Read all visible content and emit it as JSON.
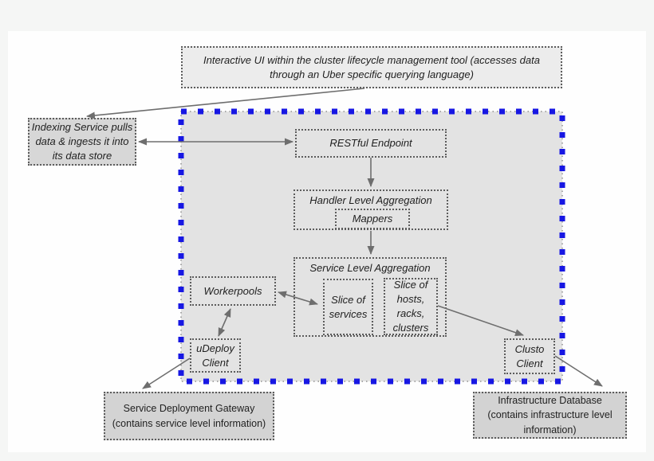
{
  "nodes": {
    "interactive_ui": {
      "label": "Interactive UI within the cluster lifecycle management tool (accesses data through an Uber specific querying language)"
    },
    "indexing_service": {
      "label": "Indexing Service pulls data & ingests it into its data store"
    },
    "restful_endpoint": {
      "label": "RESTful Endpoint"
    },
    "handler_aggregation": {
      "label": "Handler Level Aggregation"
    },
    "mappers": {
      "label": "Mappers"
    },
    "service_aggregation": {
      "label": "Service Level Aggregation"
    },
    "slice_services": {
      "label": "Slice of services"
    },
    "slice_hosts": {
      "label": "Slice of hosts, racks, clusters"
    },
    "workerpools": {
      "label": "Workerpools"
    },
    "udeploy_client": {
      "label": "uDeploy Client"
    },
    "clusto_client": {
      "label": "Clusto Client"
    },
    "service_deployment_gateway": {
      "label": "Service Deployment Gateway (contains service level information)"
    },
    "infrastructure_database": {
      "label": "Infrastructure Database (contains infrastructure level information)"
    }
  },
  "colors": {
    "page_bg": "#f5f6f5",
    "canvas_bg": "#fefefe",
    "container_fill": "#e3e3e3",
    "container_border_blue": "#1717e3",
    "box_border": "#5c5c5c",
    "arrow": "#6e6e6e",
    "light_box_fill": "#ececec",
    "mid_box_fill": "#d7d7d7",
    "dark_box_fill": "#d3d3d3",
    "text": "#1f1f1f"
  }
}
